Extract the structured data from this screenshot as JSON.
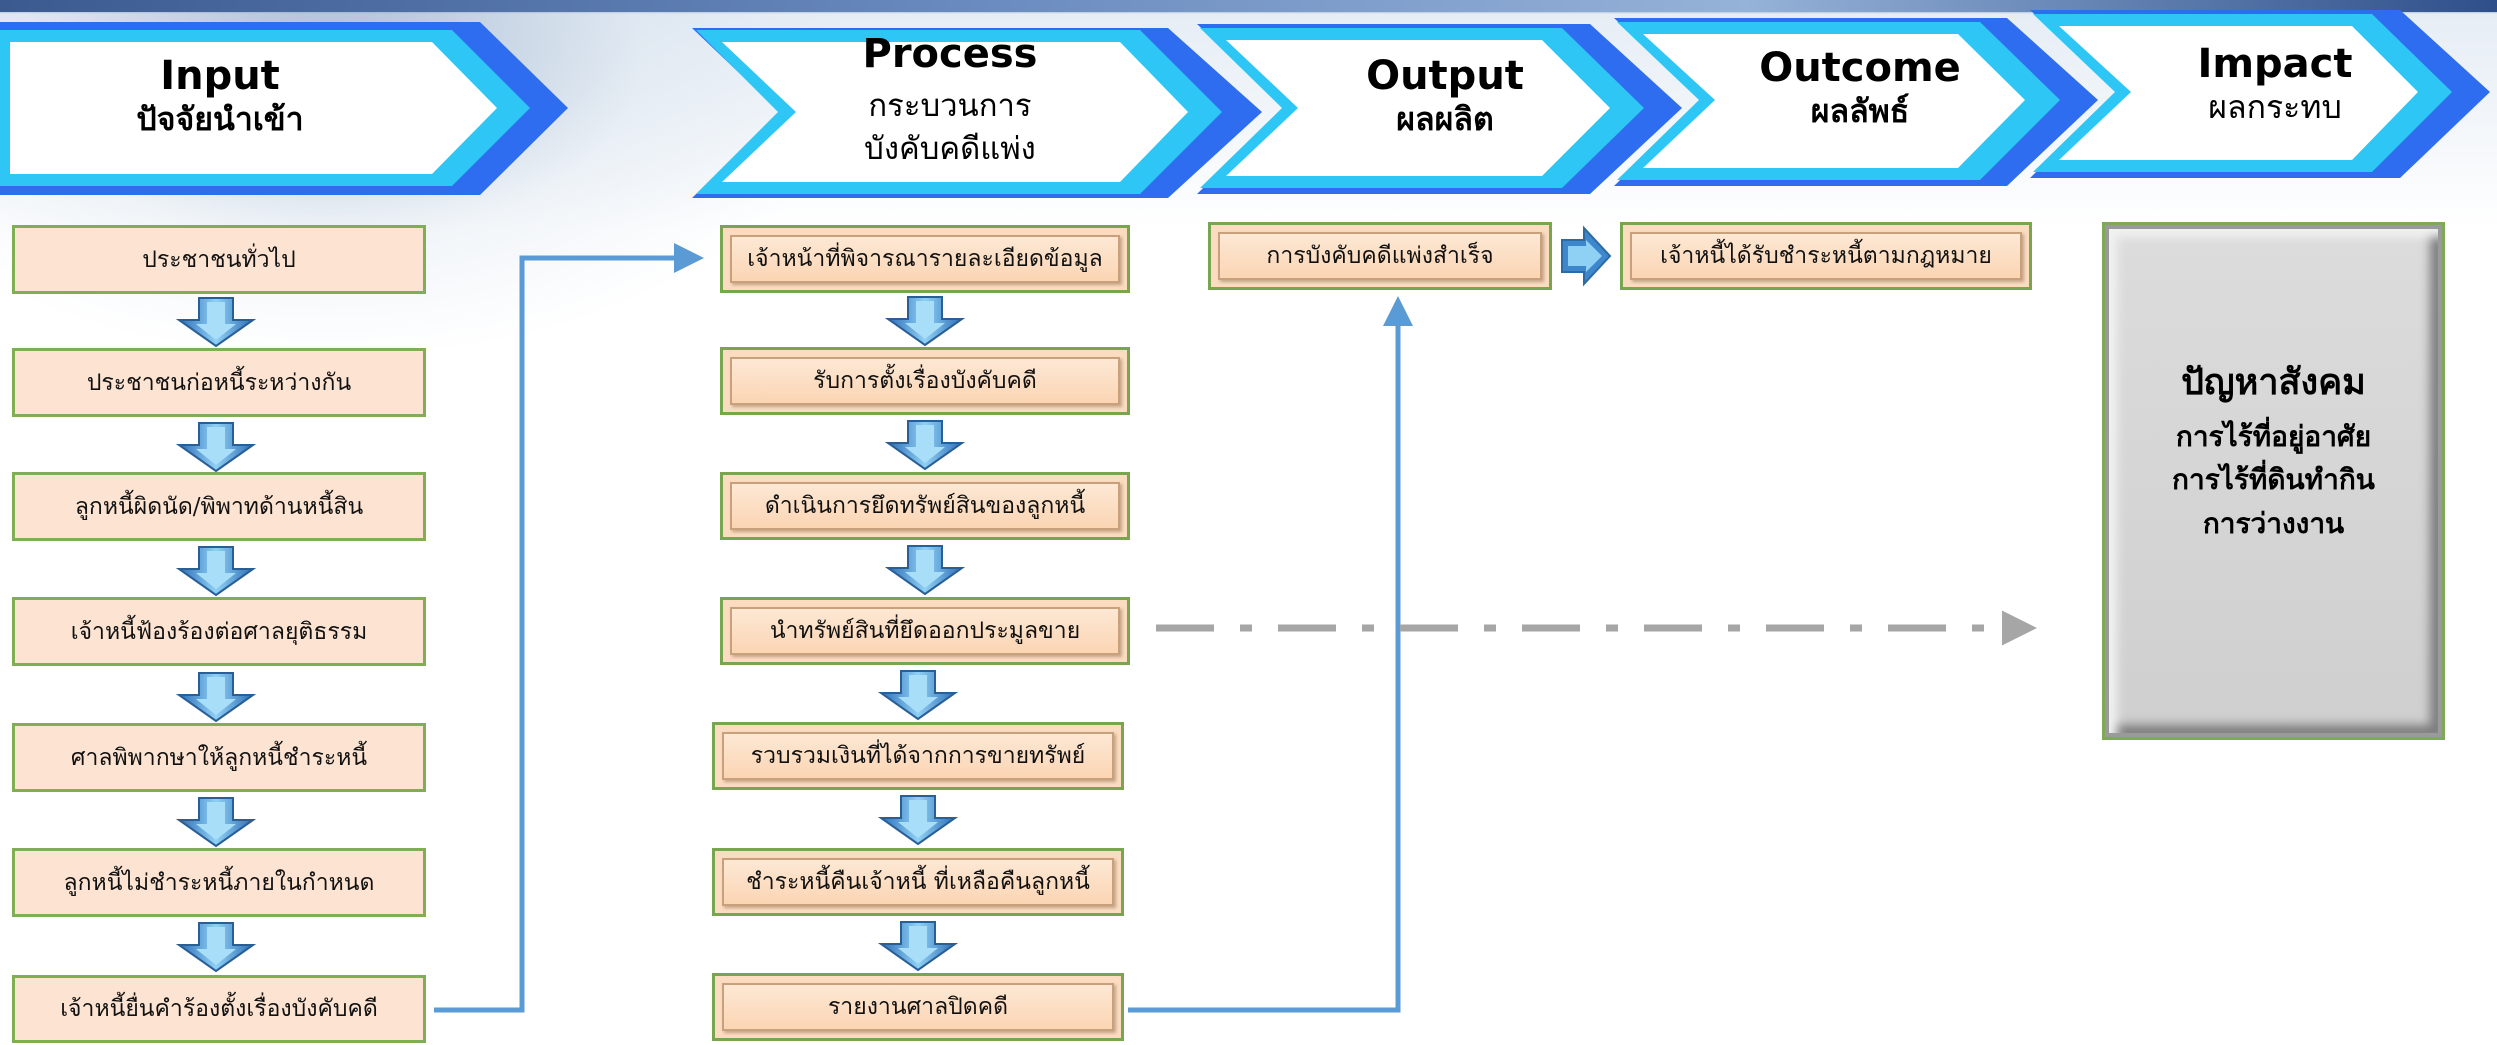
{
  "colors": {
    "arrow_dark": "#2f6df0",
    "arrow_light": "#2ec6f4",
    "box_fill": "#fde4d2",
    "box_border": "#7fae55",
    "connector": "#5b9bd5",
    "dash": "#a6a6a6",
    "impact_fill": "#d4d4d4"
  },
  "headers": [
    {
      "id": "input",
      "en": "Input",
      "th": "ปัจจัยนำเข้า"
    },
    {
      "id": "process",
      "en": "Process",
      "th": "กระบวนการ",
      "th2": "บังคับคดีแพ่ง"
    },
    {
      "id": "output",
      "en": "Output",
      "th": "ผลผลิต"
    },
    {
      "id": "outcome",
      "en": "Outcome",
      "th": "ผลลัพธ์"
    },
    {
      "id": "impact",
      "en": "Impact",
      "th": "ผลกระทบ"
    }
  ],
  "input_steps": [
    "ประชาชนทั่วไป",
    "ประชาชนก่อหนี้ระหว่างกัน",
    "ลูกหนี้ผิดนัด/พิพาทด้านหนี้สิน",
    "เจ้าหนี้ฟ้องร้องต่อศาลยุติธรรม",
    "ศาลพิพากษาให้ลูกหนี้ชำระหนี้",
    "ลูกหนี้ไม่ชำระหนี้ภายในกำหนด",
    "เจ้าหนี้ยื่นคำร้องตั้งเรื่องบังคับคดี"
  ],
  "process_steps": [
    "เจ้าหน้าที่พิจารณารายละเอียดข้อมูล",
    "รับการตั้งเรื่องบังคับคดี",
    "ดำเนินการยึดทรัพย์สินของลูกหนี้",
    "นำทรัพย์สินที่ยึดออกประมูลขาย",
    "รวบรวมเงินที่ได้จากการขายทรัพย์",
    "ชำระหนี้คืนเจ้าหนี้ ที่เหลือคืนลูกหนี้",
    "รายงานศาลปิดคดี"
  ],
  "output_box": "การบังคับคดีแพ่งสำเร็จ",
  "outcome_box": "เจ้าหนี้ได้รับชำระหนี้ตามกฎหมาย",
  "impact_box": {
    "title": "ปัญหาสังคม",
    "lines": [
      "การไร้ที่อยู่อาศัย",
      "การไร้ที่ดินทำกิน",
      "การว่างงาน"
    ]
  }
}
